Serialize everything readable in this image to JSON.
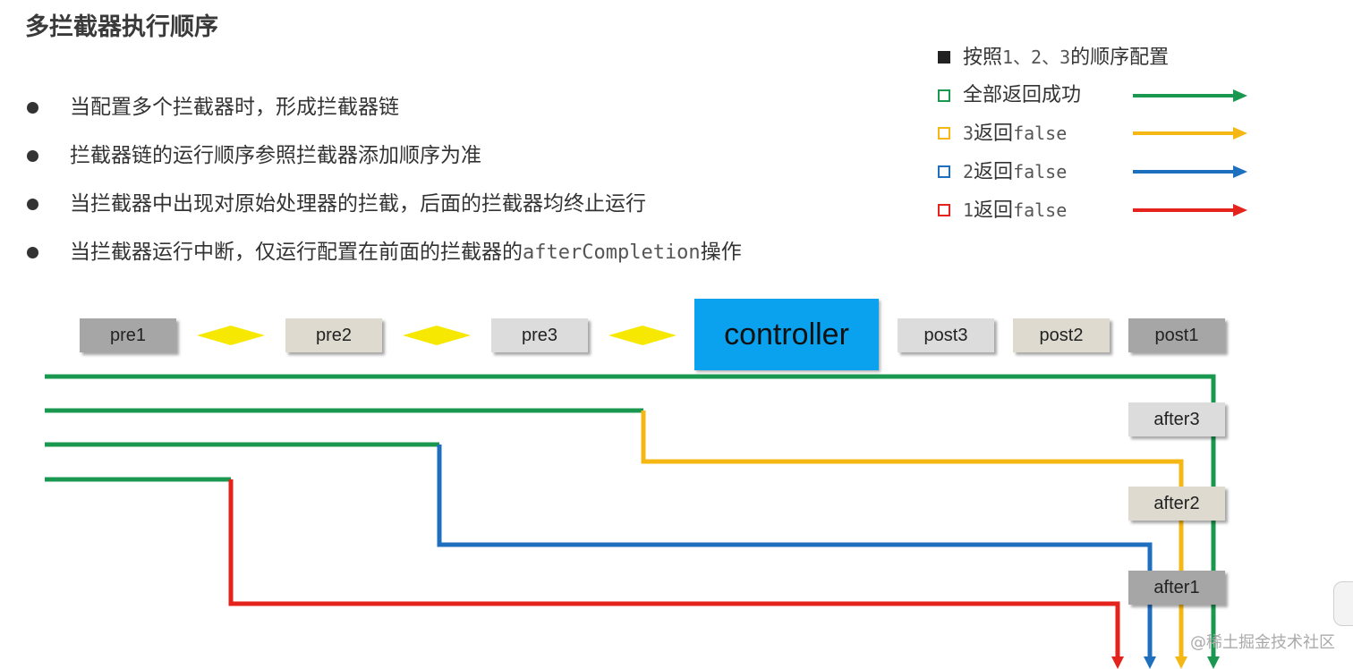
{
  "title": "多拦截器执行顺序",
  "bullets": [
    {
      "text": "当配置多个拦截器时，形成拦截器链"
    },
    {
      "text": "拦截器链的运行顺序参照拦截器添加顺序为准"
    },
    {
      "text": "当拦截器中出现对原始处理器的拦截，后面的拦截器均终止运行"
    },
    {
      "text_pre": "当拦截器运行中断，仅运行配置在前面的拦截器的",
      "code": "afterCompletion",
      "text_post": "操作"
    }
  ],
  "legend": {
    "order_prefix": "按照",
    "order_nums": "1、2、3",
    "order_suffix": "的顺序配置",
    "items": [
      {
        "text": "全部返回成功",
        "num": "",
        "code": "",
        "color": "#1a9850"
      },
      {
        "text": "返回",
        "num": "3",
        "code": "false",
        "color": "#f5b714"
      },
      {
        "text": "返回",
        "num": "2",
        "code": "false",
        "color": "#1f6fbf"
      },
      {
        "text": "返回",
        "num": "1",
        "code": "false",
        "color": "#e3231c"
      }
    ]
  },
  "flow": {
    "pre1": "pre1",
    "pre2": "pre2",
    "pre3": "pre3",
    "controller": "controller",
    "post3": "post3",
    "post2": "post2",
    "post1": "post1",
    "after3": "after3",
    "after2": "after2",
    "after1": "after1"
  },
  "colors": {
    "green": "#1a9850",
    "yellow": "#f5b714",
    "blue": "#1f6fbf",
    "red": "#e3231c",
    "diamond": "#f6e800",
    "controller": "#0aa2ee"
  },
  "watermark": "@稀土掘金技术社区"
}
